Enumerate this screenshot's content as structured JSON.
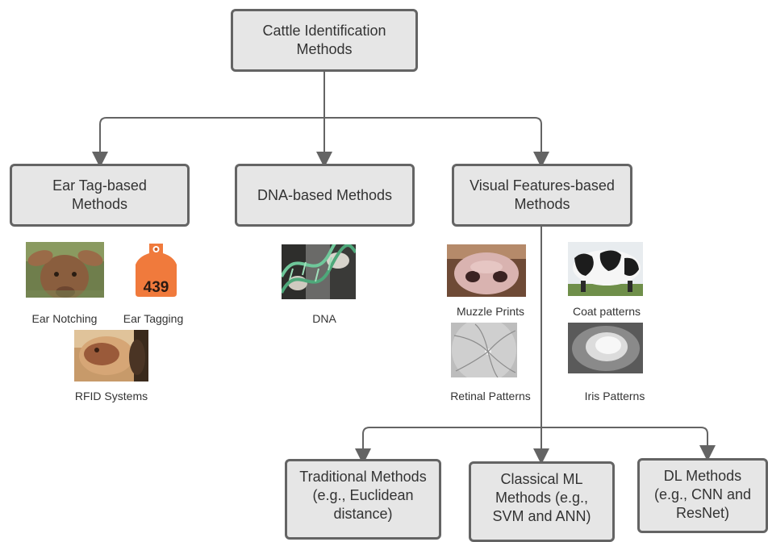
{
  "root": {
    "line1": "Cattle Identification",
    "line2": "Methods"
  },
  "categories": {
    "ear_tag": {
      "line1": "Ear Tag-based",
      "line2": "Methods"
    },
    "dna": {
      "line1": "DNA-based Methods"
    },
    "visual": {
      "line1": "Visual Features-based",
      "line2": "Methods"
    }
  },
  "ear_tag_examples": {
    "notching": "Ear Notching",
    "tagging": "Ear Tagging",
    "tag_number": "439",
    "rfid": "RFID Systems"
  },
  "dna_examples": {
    "dna": "DNA"
  },
  "visual_examples": {
    "muzzle": "Muzzle Prints",
    "coat": "Coat patterns",
    "retinal": "Retinal Patterns",
    "iris": "Iris Patterns"
  },
  "approaches": {
    "traditional": {
      "line1": "Traditional Methods",
      "line2": "(e.g., Euclidean",
      "line3": "distance)"
    },
    "classical_ml": {
      "line1": "Classical ML",
      "line2": "Methods (e.g.,",
      "line3": "SVM and ANN)"
    },
    "dl": {
      "line1": "DL Methods",
      "line2": "(e.g., CNN and",
      "line3": "ResNet)"
    }
  },
  "colors": {
    "box_fill": "#e6e6e6",
    "box_border": "#646464",
    "connector": "#646464"
  }
}
